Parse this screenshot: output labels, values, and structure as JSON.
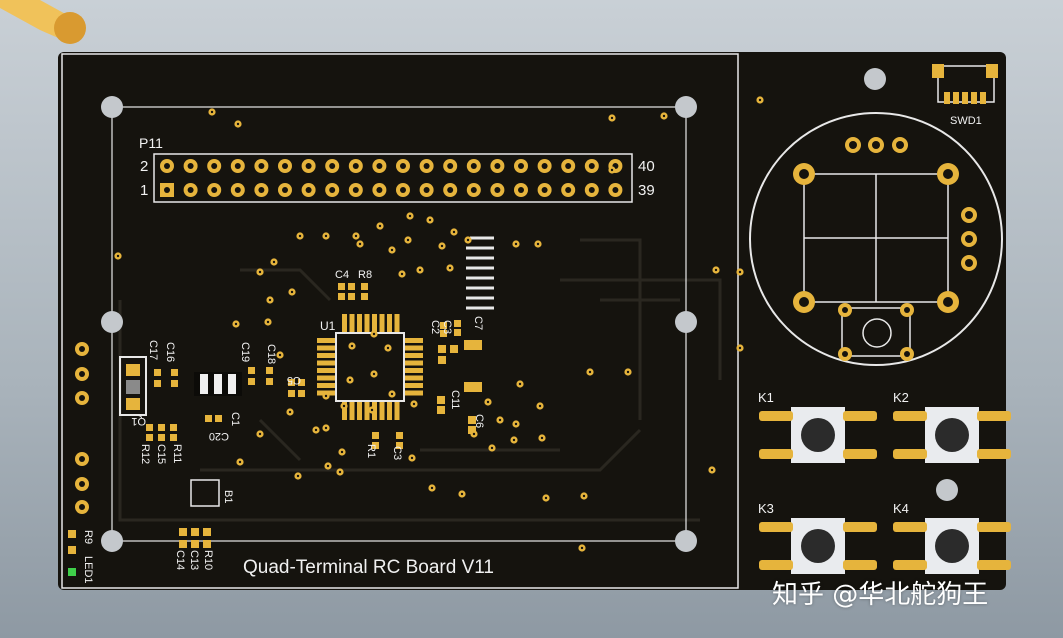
{
  "board": {
    "title": "Quad-Terminal RC Board V11",
    "colors": {
      "substrate": "#15130e",
      "pad": "#e6b43c",
      "silkscreen": "#f2f2f2",
      "trace": "#2a2720"
    }
  },
  "header": {
    "ref": "P11",
    "pin_top_left": "2",
    "pin_bottom_left": "1",
    "pin_top_right": "40",
    "pin_bottom_right": "39"
  },
  "components": {
    "u1": "U1",
    "c4": "C4",
    "r8": "R8",
    "c2": "C2",
    "c3b": "C3",
    "c7": "C7",
    "c17": "C17",
    "c16": "C16",
    "c19": "C19",
    "c18": "C18",
    "c5": "C5",
    "c1": "C1",
    "c20": "C20",
    "c11": "C11",
    "c6": "C6",
    "r1": "R1",
    "c3": "C3",
    "q1": "Q1",
    "r12": "R12",
    "c15": "C15",
    "r11": "R11",
    "b1": "B1",
    "r9": "R9",
    "led1": "LED1",
    "c14": "C14",
    "c13": "C13",
    "r10": "R10",
    "swd1": "SWD1"
  },
  "keys": {
    "k1": "K1",
    "k2": "K2",
    "k3": "K3",
    "k4": "K4"
  },
  "watermark": "知乎 @华北舵狗王"
}
